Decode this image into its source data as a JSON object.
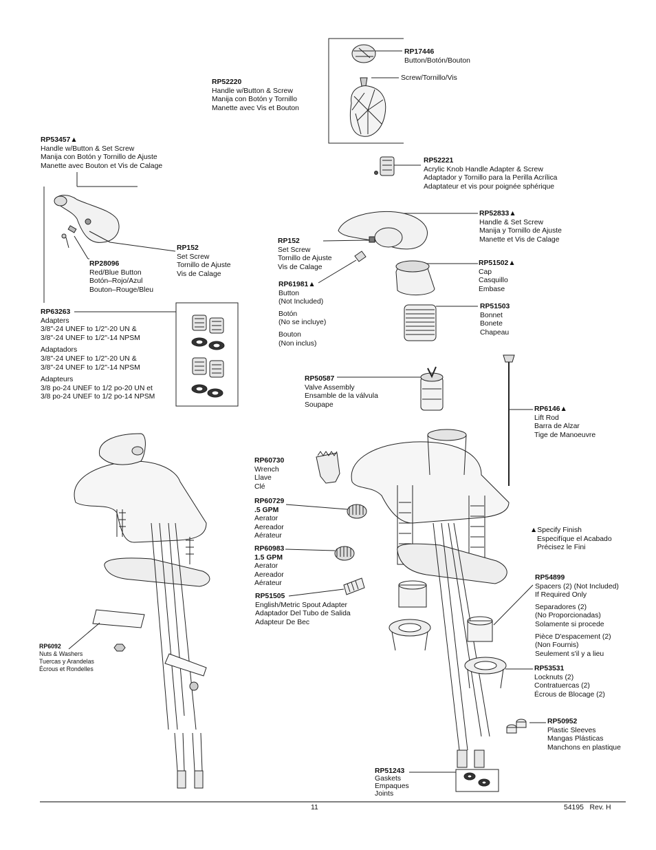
{
  "parts": {
    "rp17446": {
      "code": "RP17446",
      "lines": [
        "Button/Botón/Bouton"
      ]
    },
    "screw": {
      "lines": [
        "Screw/Tornillo/Vis"
      ]
    },
    "rp52220": {
      "code": "RP52220",
      "lines": [
        "Handle w/Button & Screw",
        "Manija con Botón y Tornillo",
        "Manette avec Vis et Bouton"
      ]
    },
    "rp53457": {
      "code": "RP53457▲",
      "lines": [
        "Handle w/Button & Set Screw",
        "Manija con Botón y Tornillo de Ajuste",
        "Manette avec Bouton et Vis de Calage"
      ]
    },
    "rp52221": {
      "code": "RP52221",
      "lines": [
        "Acrylic Knob Handle Adapter & Screw",
        "Adaptador y Tornillo para la Perilla Acrílica",
        "Adaptateur et vis pour poignée sphérique"
      ]
    },
    "rp52833": {
      "code": "RP52833▲",
      "lines": [
        "Handle & Set Screw",
        "Manija y Tornillo de Ajuste",
        "Manette et Vis de Calage"
      ]
    },
    "rp152_left": {
      "code": "RP152",
      "lines": [
        "Set Screw",
        "Tornillo de Ajuste",
        "Vis de Calage"
      ]
    },
    "rp152_mid": {
      "code": "RP152",
      "lines": [
        "Set Screw",
        "Tornillo de Ajuste",
        "Vis de Calage"
      ]
    },
    "rp28096": {
      "code": "RP28096",
      "lines": [
        "Red/Blue Button",
        "Botón–Rojo/Azul",
        "Bouton–Rouge/Bleu"
      ]
    },
    "rp51502": {
      "code": "RP51502▲",
      "lines": [
        "Cap",
        "Casquillo",
        "Embase"
      ]
    },
    "rp61981": {
      "code": "RP61981▲",
      "lines": [
        "Button",
        "(Not Included)",
        "",
        "Botón",
        "(No se incluye)",
        "",
        "Bouton",
        "(Non inclus)"
      ]
    },
    "rp51503": {
      "code": "RP51503",
      "lines": [
        "Bonnet",
        "Bonete",
        "Chapeau"
      ]
    },
    "rp63263": {
      "code": "RP63263",
      "lines": [
        "Adapters",
        "3/8\"-24 UNEF to 1/2\"-20 UN &",
        "3/8\"-24 UNEF to 1/2\"-14 NPSM",
        "",
        "Adaptadors",
        "3/8\"-24 UNEF to 1/2\"-20 UN &",
        "3/8\"-24 UNEF to 1/2\"-14 NPSM",
        "",
        "Adapteurs",
        "3/8 po-24 UNEF to 1/2 po-20 UN et",
        "3/8 po-24 UNEF to 1/2 po-14 NPSM"
      ]
    },
    "rp50587": {
      "code": "RP50587",
      "lines": [
        "Valve Assembly",
        "Ensamble de la válvula",
        "Soupape"
      ]
    },
    "rp6146": {
      "code": "RP6146▲",
      "lines": [
        "Lift Rod",
        "Barra de Alzar",
        "Tige de Manoeuvre"
      ]
    },
    "rp60730": {
      "code": "RP60730",
      "lines": [
        "Wrench",
        "Llave",
        "Clé"
      ]
    },
    "rp60729": {
      "code": "RP60729",
      "code2": ".5 GPM",
      "lines": [
        "Aerator",
        "Aereador",
        "Aérateur"
      ]
    },
    "specify": {
      "lines": [
        "▲Specify Finish",
        "Especifíque el Acabado",
        "Précisez le Fini"
      ]
    },
    "rp60983": {
      "code": "RP60983",
      "code2": "1.5 GPM",
      "lines": [
        "Aerator",
        "Aereador",
        "Aérateur"
      ]
    },
    "rp54899": {
      "code": "RP54899",
      "lines": [
        "Spacers (2) (Not Included)",
        "If Required Only",
        "",
        "Separadores (2)",
        "(No Proporcionadas)",
        "Solamente si procede",
        "",
        "Pièce D'espacement (2)",
        "(Non Fournis)",
        "Seulement s'il y a lieu"
      ]
    },
    "rp51505": {
      "code": "RP51505",
      "lines": [
        "English/Metric Spout Adapter",
        "Adaptador Del Tubo de Salida",
        "Adapteur De Bec"
      ]
    },
    "rp6092": {
      "code": "RP6092",
      "lines": [
        "Nuts & Washers",
        "Tuercas y Arandelas",
        "Écrous et Rondelles"
      ]
    },
    "rp53531": {
      "code": "RP53531",
      "lines": [
        "Locknuts (2)",
        "Contratuercas (2)",
        "Écrous de Blocage (2)"
      ]
    },
    "rp50952": {
      "code": "RP50952",
      "lines": [
        "Plastic Sleeves",
        "Mangas Plásticas",
        "Manchons en plastique"
      ]
    },
    "rp51243": {
      "code": "RP51243",
      "lines": [
        "Gaskets",
        "Empaques",
        "Joints"
      ]
    }
  },
  "footer": {
    "page": "11",
    "doc": "54195   Rev. H"
  }
}
